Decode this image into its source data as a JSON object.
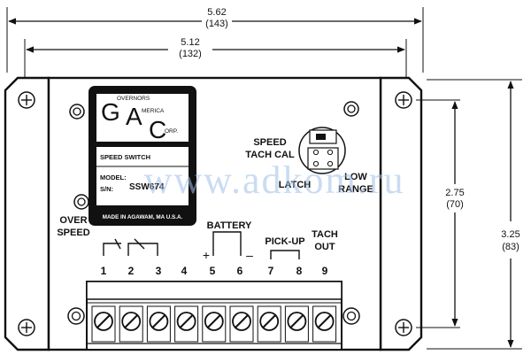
{
  "dimensions": {
    "overall_width": "5.62",
    "overall_width_mm": "(143)",
    "mount_width": "5.12",
    "mount_width_mm": "(132)",
    "mount_height": "2.75",
    "mount_height_mm": "(70)",
    "overall_height": "3.25",
    "overall_height_mm": "(83)"
  },
  "logo": {
    "letter_g": "G",
    "letter_a": "A",
    "letter_c": "C",
    "word_1": "OVERNORS",
    "word_2": "MERICA",
    "word_3": "ORP."
  },
  "nameplate": {
    "title": "SPEED SWITCH",
    "model_label": "MODEL:",
    "model_value": "SSW674",
    "sn_label": "S/N:",
    "made_in": "MADE IN AGAWAM, MA U.S.A."
  },
  "labels": {
    "speed_tach_cal_1": "SPEED",
    "speed_tach_cal_2": "TACH CAL",
    "latch": "LATCH",
    "low_range_1": "LOW",
    "low_range_2": "RANGE",
    "over_speed_1": "OVER",
    "over_speed_2": "SPEED",
    "battery": "BATTERY",
    "battery_plus": "+",
    "battery_minus": "–",
    "pick_up": "PICK-UP",
    "tach_out_1": "TACH",
    "tach_out_2": "OUT"
  },
  "terminals": [
    "1",
    "2",
    "3",
    "4",
    "5",
    "6",
    "7",
    "8",
    "9"
  ],
  "watermark": "www.adkom.ru"
}
